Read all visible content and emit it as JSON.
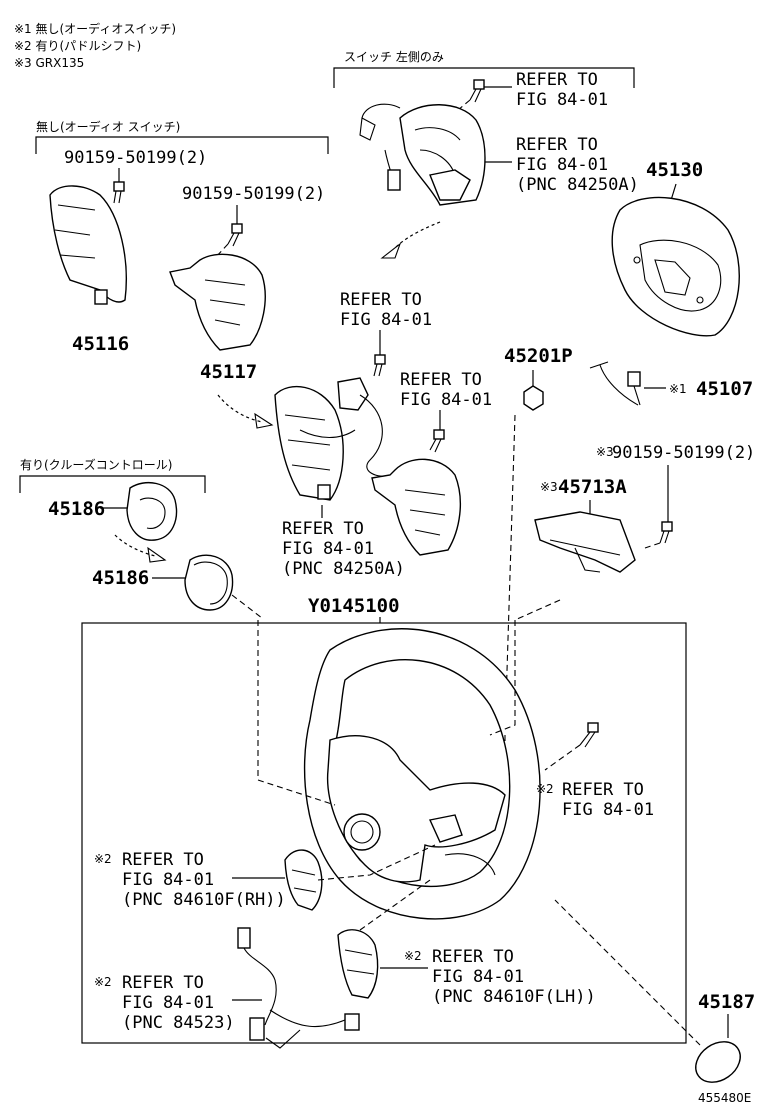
{
  "notes": {
    "note1": "※1 無し(オーディオスイッチ)",
    "note2": "※2 有り(パドルシフト)",
    "note3": "※3 GRX135"
  },
  "groups": {
    "left_only": "スイッチ 左側のみ",
    "no_audio": "無し(オーディオ スイッチ)",
    "cruise": "有り(クルーズコントロール)"
  },
  "labels": {
    "bolt_a": "90159-50199(2)",
    "bolt_b": "90159-50199(2)",
    "p45116": "45116",
    "p45117": "45117",
    "p45130": "45130",
    "p45201P": "45201P",
    "p45107": "45107",
    "p45107_mark": "※1",
    "bolt_c": "90159-50199(2)",
    "bolt_c_mark": "※3",
    "p45713A": "45713A",
    "p45713A_mark": "※3",
    "p45186a": "45186",
    "p45186b": "45186",
    "y0145100": "Y0145100",
    "p45187": "45187",
    "diagram_id": "455480E"
  },
  "refers": {
    "r_top1_l1": "REFER TO",
    "r_top1_l2": "FIG 84-01",
    "r_top2_l1": "REFER TO",
    "r_top2_l2": "FIG 84-01",
    "r_top2_l3": "(PNC 84250A)",
    "r_mid1_l1": "REFER TO",
    "r_mid1_l2": "FIG 84-01",
    "r_mid2_l1": "REFER TO",
    "r_mid2_l2": "FIG 84-01",
    "r_mid3_l1": "REFER TO",
    "r_mid3_l2": "FIG 84-01",
    "r_mid3_l3": "(PNC 84250A)",
    "r_wheel_mark": "※2",
    "r_wheel_l1": "REFER TO",
    "r_wheel_l2": "FIG 84-01",
    "r_rh_mark": "※2",
    "r_rh_l1": "REFER TO",
    "r_rh_l2": "FIG 84-01",
    "r_rh_l3": "(PNC 84610F(RH))",
    "r_lh_mark": "※2",
    "r_lh_l1": "REFER TO",
    "r_lh_l2": "FIG 84-01",
    "r_lh_l3": "(PNC 84610F(LH))",
    "r_harness_mark": "※2",
    "r_harness_l1": "REFER TO",
    "r_harness_l2": "FIG 84-01",
    "r_harness_l3": "(PNC 84523)"
  },
  "icons": [
    "bolt-icon",
    "arrow-icon",
    "steering-wheel",
    "airbag-pad",
    "switch-module",
    "wire-harness",
    "ornament-cover"
  ]
}
